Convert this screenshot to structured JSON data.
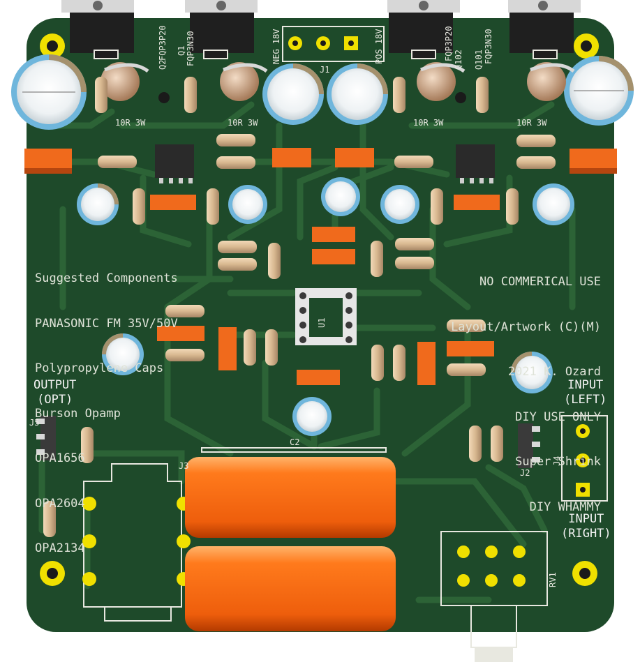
{
  "board": {
    "colors": {
      "background": "#ffffff",
      "soldermask": "#1e4a2a",
      "trace": "#2c6336",
      "silkscreen": "#e8e8e0",
      "pad": "#f0e000",
      "smd_cap": "#f06a1c",
      "film_cap": "#f36d10",
      "resistor_body": "#d8b890",
      "electrolytic_sleeve": "#9fd4f0",
      "ic_body": "#2a2a2a"
    },
    "notes_left": [
      "Suggested Components",
      "PANASONIC FM 35V/50V",
      "Polypropylene Caps",
      "Burson Opamp",
      "OPA1656",
      "OPA2604",
      "OPA2134"
    ],
    "notes_right": [
      "NO COMMERICAL USE",
      "Layout/Artwork (C)(M)",
      "2021 K. Ozard",
      "DIY USE ONLY",
      "Super Shrink",
      "DIY WHAMMY"
    ],
    "connectors": {
      "output_label": [
        "OUTPUT",
        "(OPT)"
      ],
      "input_left_label": [
        "INPUT",
        "(LEFT)"
      ],
      "input_right_label": [
        "INPUT",
        "(RIGHT)"
      ]
    },
    "refs": {
      "q2": "Q2",
      "q2_part": "FQP3P20",
      "q1": "Q1",
      "q1_part": "FQP3N30",
      "neg": "NEG 18V",
      "pos": "POS 18V",
      "j1": "J1",
      "q102": "Q102",
      "q102_part": "FQP3P20",
      "q101": "Q101",
      "q101_part": "FQP3N30",
      "r_power_1": "10R 3W",
      "r_power_2": "10R 3W",
      "r_power_3": "10R 3W",
      "r_power_4": "10R 3W",
      "u1": "U1",
      "c2": "C2",
      "j5": "J5",
      "j4": "J4",
      "j2": "J2",
      "j3": "J3",
      "rv1": "RV1"
    }
  }
}
